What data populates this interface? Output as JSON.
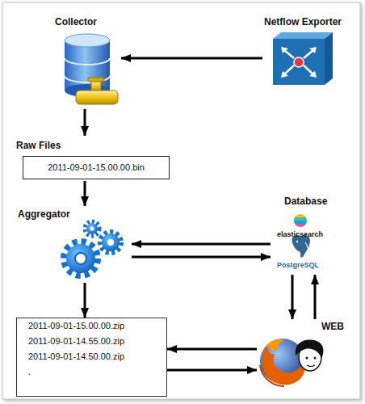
{
  "diagram": {
    "nodes": [
      {
        "text": [
          "Collector"
        ]
      },
      {
        "text": [
          "Netflow Exporter"
        ]
      },
      {
        "text": [
          "Raw Files",
          "2011-09-01-15.00.00.bin"
        ]
      },
      {
        "text": [
          "Aggregator"
        ]
      },
      {
        "text": [
          "Database",
          "elasticsearch",
          "PostgreSQL"
        ]
      },
      {
        "text": [
          "2011-09-01-15.00.00.zip",
          "2011-09-01-14.55.00.zip",
          "2011-09-01-14.50.00.zip",
          "."
        ]
      },
      {
        "text": [
          "WEB"
        ]
      }
    ],
    "edges": [
      {
        "from": 1,
        "to": 0,
        "arrow": "to"
      },
      {
        "from": 0,
        "to": 2,
        "arrow": "to"
      },
      {
        "from": 2,
        "to": 3,
        "arrow": "to"
      },
      {
        "from": 4,
        "to": 3,
        "arrow": "to"
      },
      {
        "from": 3,
        "to": 4,
        "arrow": "to"
      },
      {
        "from": 3,
        "to": 5,
        "arrow": "to"
      },
      {
        "from": 4,
        "to": 6,
        "arrow": "to"
      },
      {
        "from": 6,
        "to": 4,
        "arrow": "to"
      },
      {
        "from": 6,
        "to": 5,
        "arrow": "to"
      },
      {
        "from": 5,
        "to": 6,
        "arrow": "to"
      }
    ]
  }
}
